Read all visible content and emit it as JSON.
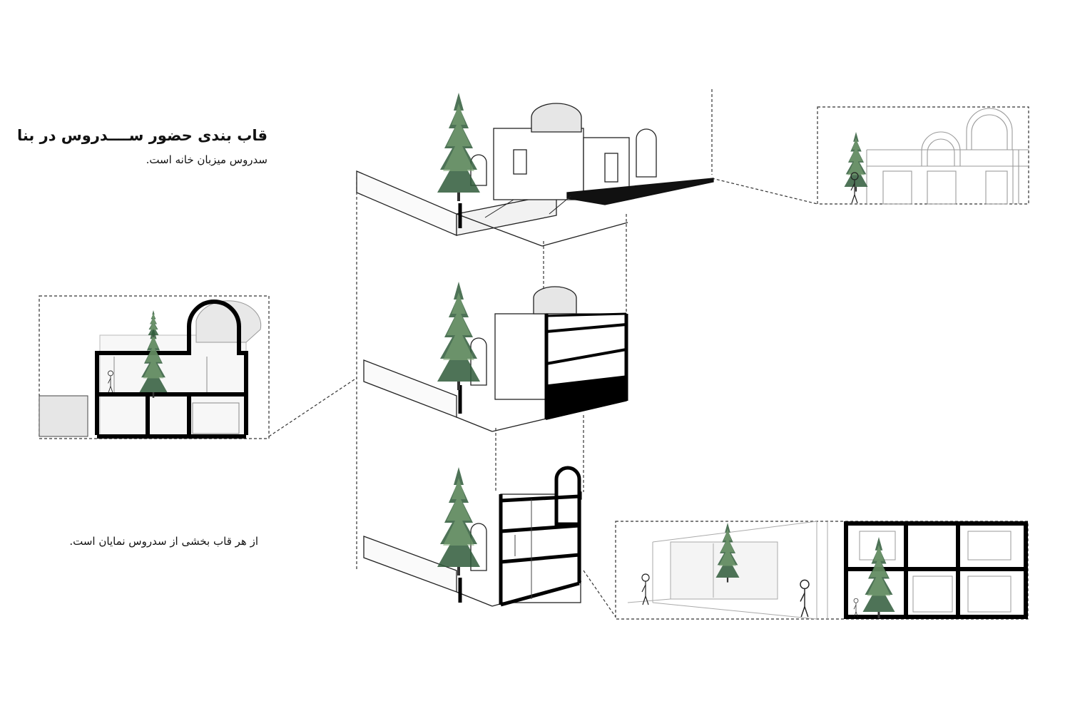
{
  "texts": {
    "title": "قاب بندی حضور ســــدروس در بنا",
    "subtitle": "سدروس میزبان خانه است.",
    "caption": "از هر قاب بخشی از سدروس نمایان است."
  },
  "colors": {
    "ink": "#111111",
    "solid": "#000000",
    "line": "#333333",
    "faint": "#9a9a9a",
    "tree_dark": "#2f5a3a",
    "tree_mid": "#5f8a5a",
    "tree_light": "#a9c4a0"
  },
  "icons": [
    "tree-icon",
    "person-icon"
  ]
}
